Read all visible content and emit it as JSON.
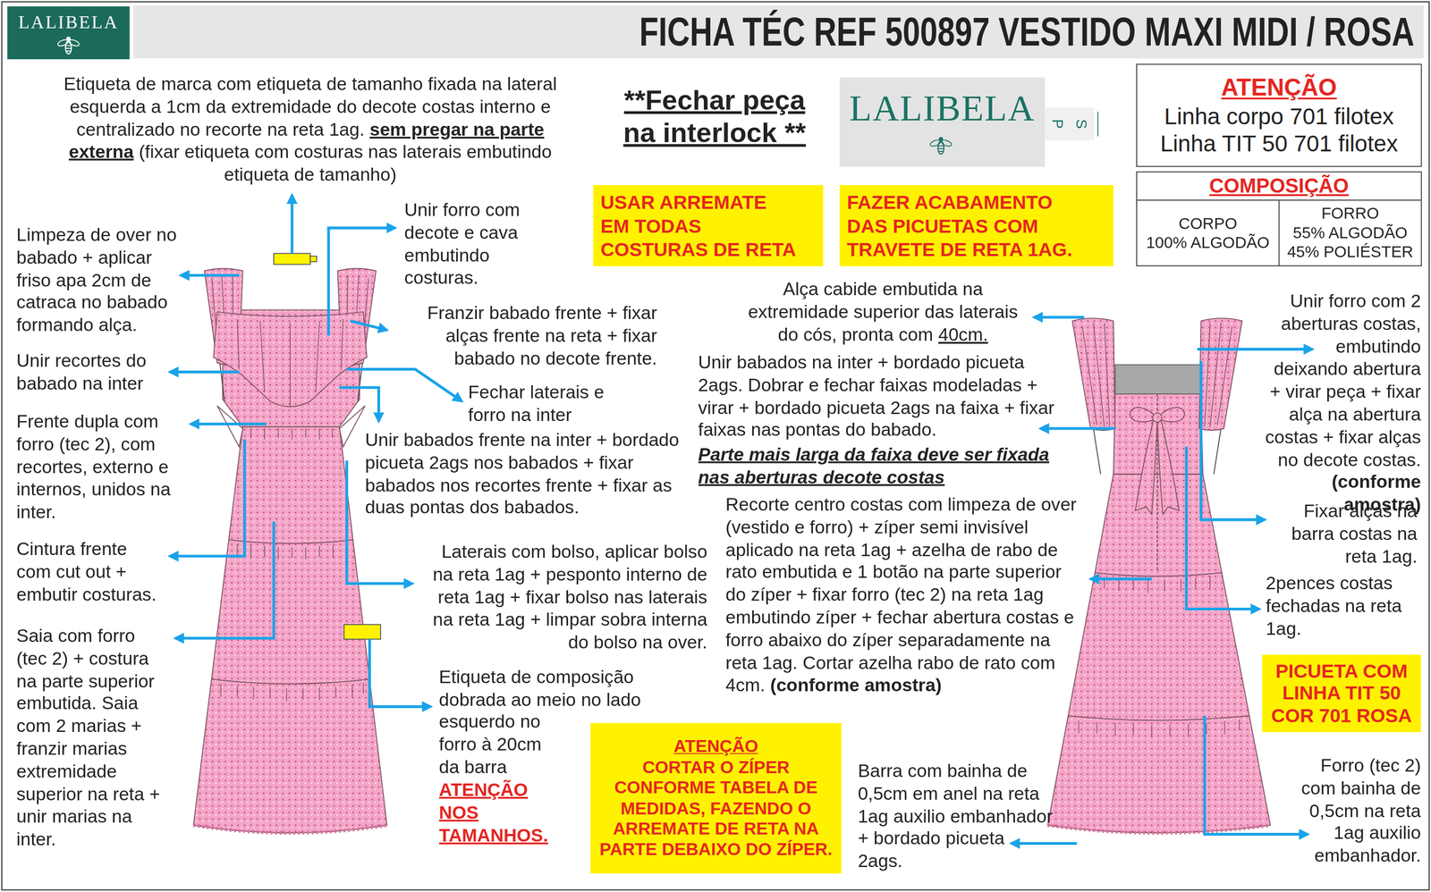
{
  "diagram": {
    "title": "FICHA TÉC REF 500897 VESTIDO MAXI MIDI / ROSA",
    "nodes": [
      {
        "text": [
          "LALIBELA"
        ]
      },
      {
        "text": [
          "LALIBELA"
        ]
      },
      {
        "text": [
          "P",
          "S"
        ]
      },
      {
        "text": [
          "ATENÇÃO",
          "Linha corpo 701 filotex",
          "Linha TIT 50 701 filotex"
        ]
      },
      {
        "text": [
          "USAR ARREMATE EM TODAS COSTURAS DE RETA"
        ]
      },
      {
        "text": [
          "FAZER ACABAMENTO DAS PICUETAS COM TRAVETE DE RETA 1AG."
        ]
      },
      {
        "text": [
          "COMPOSIÇÃO"
        ]
      },
      {
        "text": [
          "CORPO",
          "100% ALGODÃO"
        ],
        "in": 6
      },
      {
        "text": [
          "FORRO",
          "55% ALGODÃO",
          "45% POLIÉSTER"
        ],
        "in": 6
      },
      {
        "text": [
          "PICUETA COM LINHA TIT 50 COR 701 ROSA"
        ]
      },
      {
        "text": [
          "ATENÇÃO",
          "CORTAR O ZÍPER CONFORME TABELA DE MEDIDAS, FAZENDO O ARREMATE DE RETA NA PARTE DEBAIXO DO ZÍPER."
        ]
      }
    ],
    "labels": [
      "**Fechar peça na interlock **",
      "Etiqueta de marca com etiqueta de tamanho fixada na lateral esquerda a 1cm da extremidade do decote costas interno e centralizado no recorte na reta 1ag.",
      "sem pregar na parte externa",
      "(fixar etiqueta com costuras nas laterais embutindo etiqueta de tamanho)",
      "Limpeza de over no babado + aplicar friso apa 2cm de catraca no babado formando alça.",
      "Unir recortes do babado na inter",
      "Frente dupla com forro (tec 2), com recortes, externo e internos, unidos na inter.",
      "Cintura frente com cut out + embutir costuras.",
      "Saia com forro (tec 2) + costura na parte superior embutida. Saia com 2 marias + franzir marias extremidade superior na reta + unir marias na inter.",
      "Unir forro com decote e cava embutindo costuras.",
      "Franzir babado frente + fixar alças frente na reta + fixar babado no decote frente.",
      "Fechar laterais e forro na inter",
      "Unir babados frente na inter + bordado picueta 2ags nos babados + fixar babados nos recortes frente + fixar as duas pontas dos babados.",
      "Laterais com bolso, aplicar bolso na reta 1ag + pesponto interno de reta 1ag + fixar bolso nas laterais na reta 1ag + limpar sobra interna do bolso na over.",
      "Etiqueta de composição dobrada ao meio no lado",
      "esquerdo no forro à 20cm da barra",
      "ATENÇÃO NOS TAMANHOS.",
      "Alça cabide embutida na extremidade superior das laterais do cós, pronta com",
      "40cm.",
      "Unir babados na inter + bordado picueta 2ags. Dobrar e fechar faixas modeladas + virar + bordado picueta 2ags na faixa + fixar faixas nas pontas do babado.",
      "Parte mais larga da faixa deve ser fixada nas aberturas decote costas",
      "Recorte centro costas com limpeza de over (vestido e forro) + zíper semi invisível aplicado na reta 1ag + azelha de rabo de rato embutida e 1 botão na parte superior do zíper + fixar forro (tec 2) na reta 1ag embutindo zíper + fechar abertura costas e forro abaixo do zíper separadamente na reta 1ag. Cortar azelha rabo de rato com 4cm.",
      "(conforme amostra)",
      "Barra com bainha de 0,5cm em anel na reta 1ag auxilio embanhador + bordado picueta 2ags.",
      "Unir forro com 2 aberturas costas, embutindo deixando abertura + virar peça + fixar alça na abertura costas + fixar alças no decote costas.",
      "(conforme amostra)",
      "Fixar alças na barra costas na reta 1ag.",
      "2pences costas fechadas na reta 1ag.",
      "Forro (tec 2) com bainha de 0,5cm na reta 1ag auxilio embanhador."
    ]
  }
}
